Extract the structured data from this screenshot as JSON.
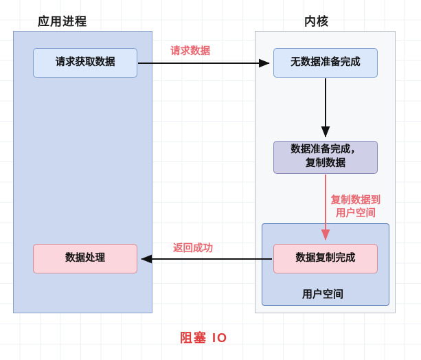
{
  "diagram": {
    "caption": "阻塞 IO",
    "columns": [
      {
        "title": "应用进程"
      },
      {
        "title": "内核"
      }
    ],
    "boxes": [
      {
        "id": "request",
        "label": "请求获取数据",
        "style": "blue"
      },
      {
        "id": "no-data-ready",
        "label": "无数据准备完成",
        "style": "blue"
      },
      {
        "id": "data-ready-copy",
        "label": "数据准备完成，\n复制数据",
        "line1": "数据准备完成，",
        "line2": "复制数据",
        "style": "purple"
      },
      {
        "id": "data-copy-done",
        "label": "数据复制完成",
        "style": "pink"
      },
      {
        "id": "data-process",
        "label": "数据处理",
        "style": "pink"
      }
    ],
    "userspace": {
      "label": "用户空间"
    },
    "arrow_labels": [
      {
        "id": "request-data",
        "text": "请求数据"
      },
      {
        "id": "copy-to-userspace",
        "line1": "复制数据到",
        "line2": "用户空间"
      },
      {
        "id": "return-success",
        "text": "返回成功"
      }
    ],
    "colors": {
      "accent_red": "#e03b3b",
      "label_pink": "#e8666f",
      "blue_fill": "#dbe8fb",
      "purple_fill": "#cfcfe8",
      "pink_fill": "#fbd6dc",
      "column_blue": "#ccd8ef",
      "column_gray": "#f7f8fa"
    }
  }
}
